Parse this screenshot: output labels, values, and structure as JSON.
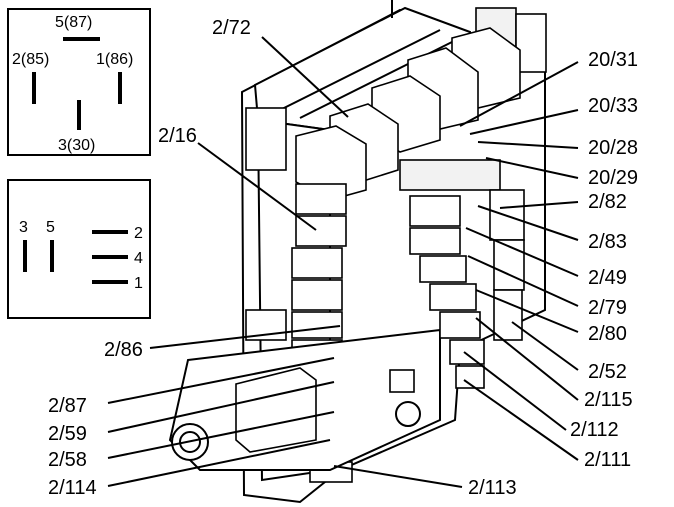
{
  "relay_diagram_1": {
    "pin_top": "5(87)",
    "pin_left": "2(85)",
    "pin_right": "1(86)",
    "pin_bottom": "3(30)"
  },
  "relay_diagram_2": {
    "left_labels": [
      "3",
      "5"
    ],
    "right_labels": [
      "2",
      "4",
      "1"
    ]
  },
  "callouts": {
    "c_2_72": "2/72",
    "c_20_31": "20/31",
    "c_20_33": "20/33",
    "c_2_16": "2/16",
    "c_20_28": "20/28",
    "c_20_29": "20/29",
    "c_2_82": "2/82",
    "c_2_83": "2/83",
    "c_2_49": "2/49",
    "c_2_79": "2/79",
    "c_2_80": "2/80",
    "c_2_86": "2/86",
    "c_2_52": "2/52",
    "c_2_115": "2/115",
    "c_2_87": "2/87",
    "c_2_112": "2/112",
    "c_2_59": "2/59",
    "c_2_111": "2/111",
    "c_2_58": "2/58",
    "c_2_114": "2/114",
    "c_2_113": "2/113"
  }
}
